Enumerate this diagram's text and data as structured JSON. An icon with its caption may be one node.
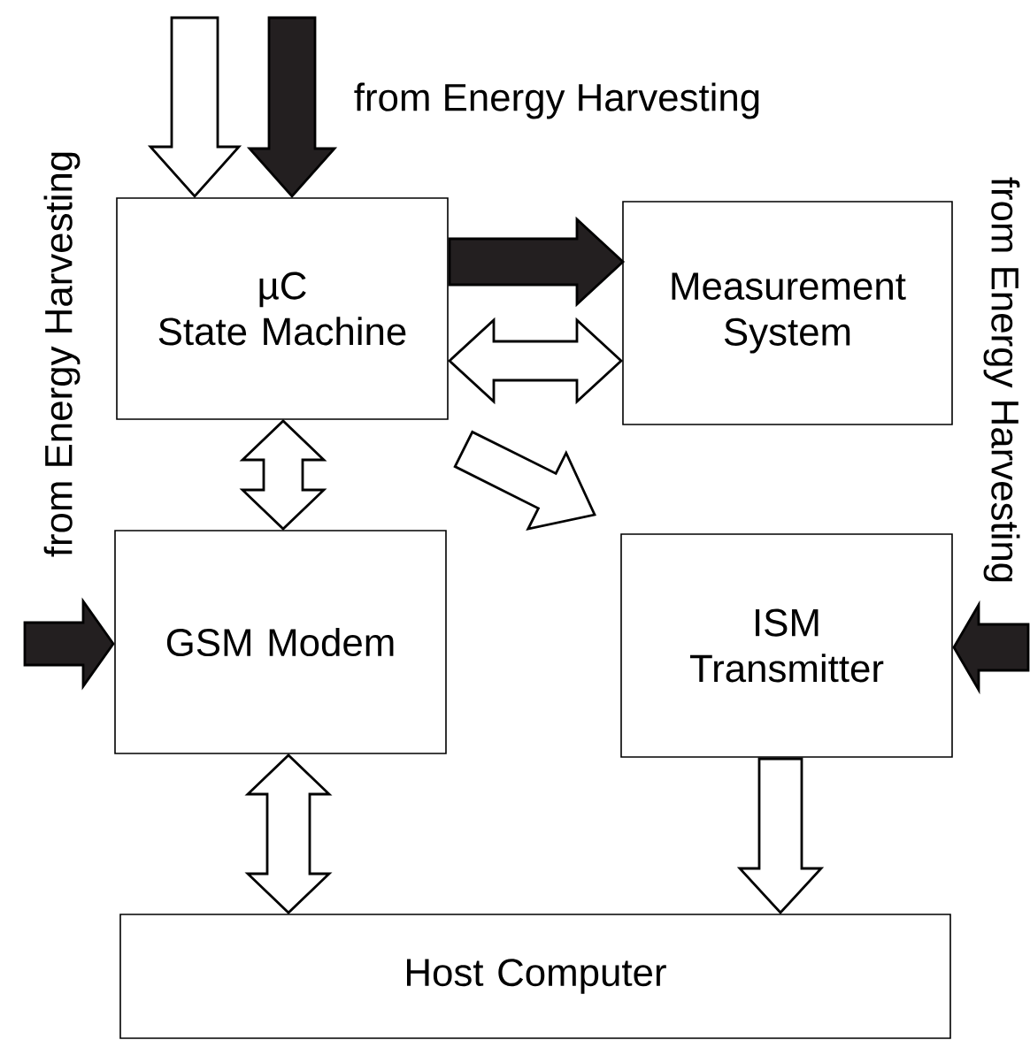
{
  "diagram": {
    "nodes": [
      {
        "text": [
          "µC",
          "State Machine"
        ]
      },
      {
        "text": [
          "Measurement System"
        ]
      },
      {
        "text": [
          "GSM Modem"
        ]
      },
      {
        "text": [
          "ISM Transmitter"
        ]
      },
      {
        "text": [
          "Host Computer"
        ]
      }
    ],
    "edges": [
      {
        "from": null,
        "to": 0,
        "arrow": "to"
      },
      {
        "from": null,
        "to": 0,
        "arrow": "to",
        "color": "#231f20"
      },
      {
        "from": 0,
        "to": 1,
        "arrow": "to",
        "color": "#231f20"
      },
      {
        "from": 0,
        "to": 1,
        "arrow": "both"
      },
      {
        "from": 0,
        "to": 3,
        "arrow": "to"
      },
      {
        "from": 0,
        "to": 2,
        "arrow": "both"
      },
      {
        "from": null,
        "to": 2,
        "arrow": "to",
        "color": "#231f20"
      },
      {
        "from": null,
        "to": 3,
        "arrow": "to",
        "color": "#231f20"
      },
      {
        "from": 2,
        "to": 4,
        "arrow": "both"
      },
      {
        "from": 3,
        "to": 4,
        "arrow": "to"
      }
    ],
    "labels": [
      "from Energy Harvesting",
      "from Energy Harvesting",
      "from Energy Harvesting"
    ]
  }
}
